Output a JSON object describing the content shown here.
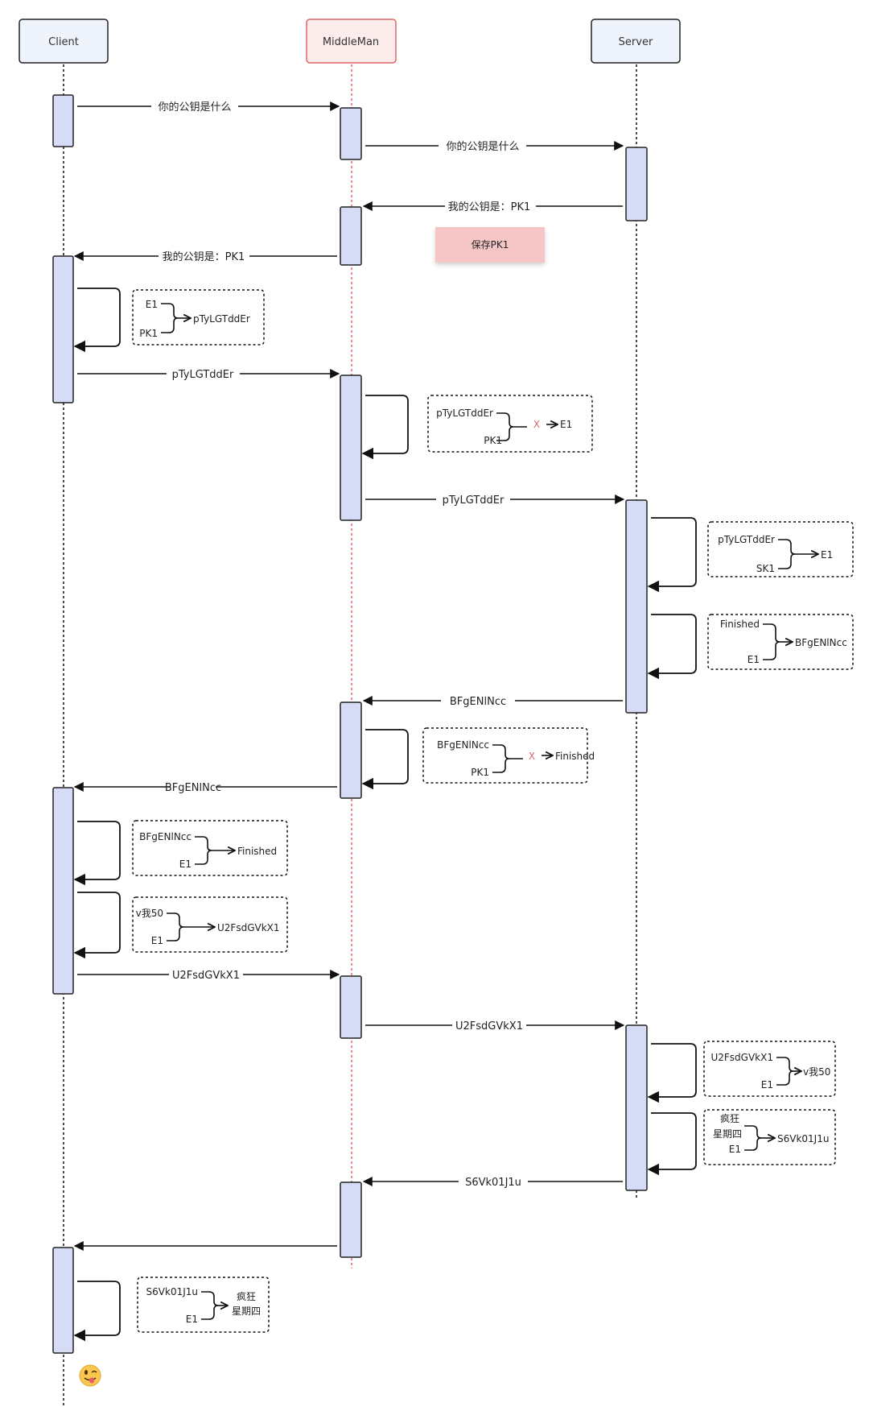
{
  "actors": {
    "client": "Client",
    "middleman": "MiddleMan",
    "server": "Server"
  },
  "messages": {
    "m1": "你的公钥是什么",
    "m2": "你的公钥是什么",
    "m3": "我的公钥是：PK1",
    "m4": "我的公钥是：PK1",
    "m5": "pTyLGTddEr",
    "m6": "pTyLGTddEr",
    "m7": "BFgENlNcc",
    "m8": "BFgENlNcc",
    "m9": "U2FsdGVkX1",
    "m10": "U2FsdGVkX1",
    "m11": "S6Vk01J1u"
  },
  "sticky": "保存PK1",
  "notes": {
    "n1": {
      "top": "E1",
      "bottom": "PK1",
      "result": "pTyLGTddEr"
    },
    "n2": {
      "top": "pTyLGTddEr",
      "bottom": "PK1",
      "cross": "X",
      "result": "E1"
    },
    "n3": {
      "top": "pTyLGTddEr",
      "bottom": "SK1",
      "result": "E1"
    },
    "n4": {
      "top": "Finished",
      "bottom": "E1",
      "result": "BFgENlNcc"
    },
    "n5": {
      "top": "BFgENlNcc",
      "bottom": "PK1",
      "cross": "X",
      "result": "Finished"
    },
    "n6": {
      "top": "BFgENlNcc",
      "bottom": "E1",
      "result": "Finished"
    },
    "n7": {
      "top": "v我50",
      "bottom": "E1",
      "result": "U2FsdGVkX1"
    },
    "n8": {
      "top": "U2FsdGVkX1",
      "bottom": "E1",
      "result": "v我50"
    },
    "n9": {
      "line1": "疯狂",
      "line2": "星期四",
      "bottom": "E1",
      "result": "S6Vk01J1u"
    },
    "n10": {
      "top": "S6Vk01J1u",
      "bottom": "E1",
      "result1": "疯狂",
      "result2": "星期四"
    }
  },
  "colors": {
    "activation_fill": "#d6dcf5",
    "client_header_fill": "#eef3fc",
    "middleman_header_fill": "#fdecec",
    "middleman_header_stroke": "#e06666",
    "sticky_fill": "#f6c6c6",
    "cross": "#e06666"
  },
  "icons": {
    "emoji": "winking-tongue-face-icon"
  }
}
